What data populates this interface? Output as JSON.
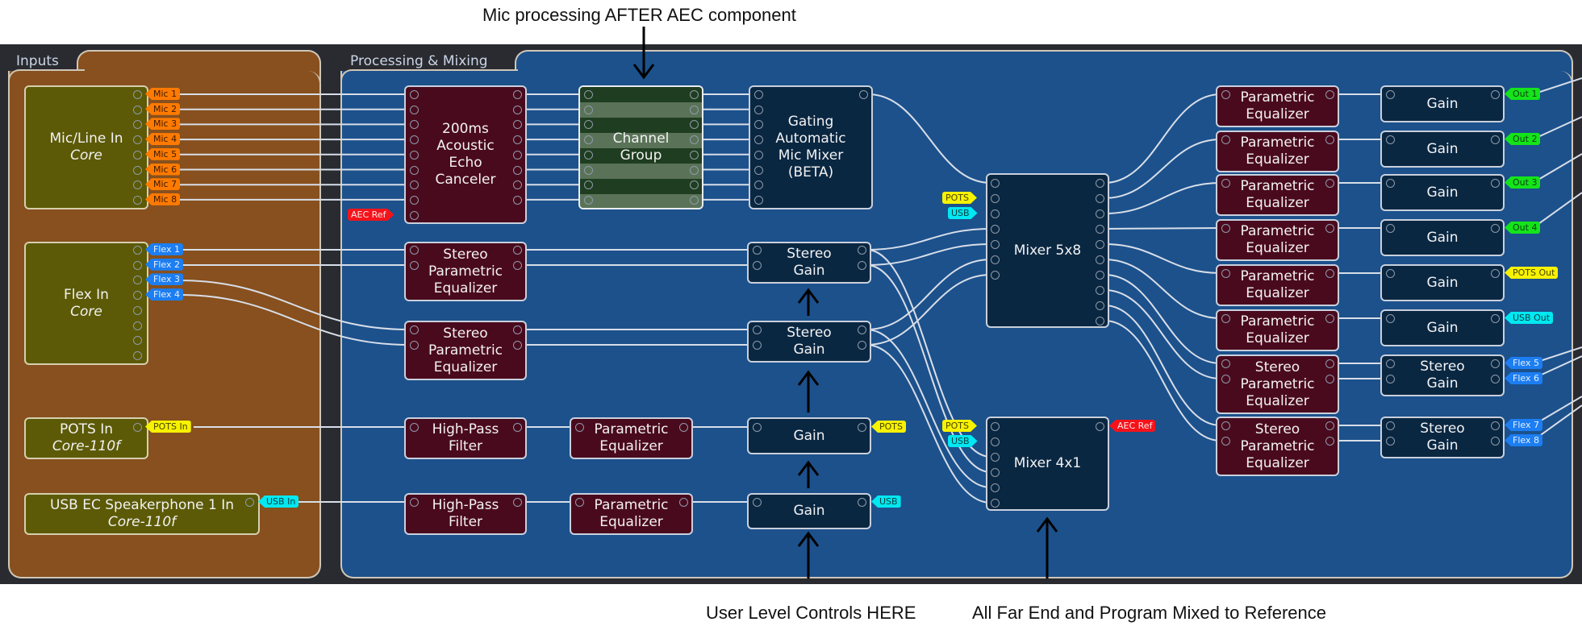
{
  "annotations": {
    "top": "Mic processing AFTER AEC component",
    "bottom_left": "User Level Controls HERE",
    "bottom_right": "All Far End and Program Mixed to Reference"
  },
  "panels": {
    "inputs": "Inputs",
    "processing": "Processing & Mixing"
  },
  "inputs": {
    "mic_line": {
      "title": "Mic/Line In",
      "device": "Core",
      "tags": [
        "Mic 1",
        "Mic 2",
        "Mic 3",
        "Mic 4",
        "Mic 5",
        "Mic 6",
        "Mic 7",
        "Mic 8"
      ]
    },
    "flex": {
      "title": "Flex In",
      "device": "Core",
      "tags": [
        "Flex 1",
        "Flex 2",
        "Flex 3",
        "Flex 4"
      ]
    },
    "pots": {
      "title": "POTS In",
      "device": "Core-110f",
      "tag": "POTS In"
    },
    "usb": {
      "title": "USB EC Speakerphone 1 In",
      "device": "Core-110f",
      "tag": "USB In"
    }
  },
  "processing": {
    "aec": {
      "lines": [
        "200ms",
        "Acoustic",
        "Echo",
        "Canceler"
      ],
      "ref_tag": "AEC Ref"
    },
    "channel_group": {
      "lines": [
        "Channel",
        "Group"
      ]
    },
    "gating": {
      "lines": [
        "Gating",
        "Automatic",
        "Mic Mixer",
        "(BETA)"
      ]
    },
    "stereo_peq": {
      "lines": [
        "Stereo",
        "Parametric",
        "Equalizer"
      ]
    },
    "hpf": {
      "lines": [
        "High-Pass",
        "Filter"
      ]
    },
    "peq": {
      "lines": [
        "Parametric",
        "Equalizer"
      ]
    },
    "stereo_gain": {
      "lines": [
        "Stereo",
        "Gain"
      ]
    },
    "gain": {
      "label": "Gain"
    },
    "gain_tags": {
      "pots": "POTS",
      "usb": "USB"
    },
    "mixer5x8": {
      "label": "Mixer 5x8",
      "in_tags": [
        "POTS",
        "USB"
      ]
    },
    "mixer4x1": {
      "label": "Mixer 4x1",
      "in_tags": [
        "POTS",
        "USB"
      ],
      "out_tag": "AEC Ref"
    }
  },
  "outputs": {
    "tags": [
      "Out 1",
      "Out 2",
      "Out 3",
      "Out 4",
      "POTS Out",
      "USB Out"
    ],
    "stereo_tags": [
      [
        "Flex 5",
        "Flex 6"
      ],
      [
        "Flex 7",
        "Flex 8"
      ]
    ]
  },
  "colors": {
    "inputs_panel": "#87501e",
    "processing_panel": "#1c518c",
    "mic_tag": "#ff7a00",
    "flex_tag": "#1c7ef2",
    "pots_tag": "#f7f200",
    "usb_tag": "#00e8f2",
    "out_tag": "#14e41a",
    "aec_ref_tag": "#f5131b"
  }
}
